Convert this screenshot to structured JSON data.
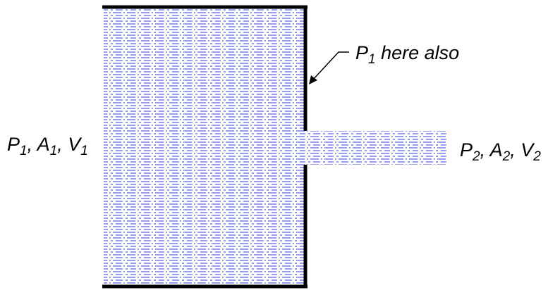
{
  "colors": {
    "fluid_hatch": "#2b3ee0",
    "wall": "#000000",
    "background": "#ffffff"
  },
  "labels": {
    "left": {
      "p": "P",
      "p_sub": "1",
      "sep1": ", A",
      "a_sub": "1",
      "sep2": ", V",
      "v_sub": "1"
    },
    "right": {
      "p": "P",
      "p_sub": "2",
      "sep1": ", A",
      "a_sub": "2",
      "sep2": ", V",
      "v_sub": "2"
    },
    "callout": {
      "p": "P",
      "p_sub": "1",
      "rest": " here also"
    }
  }
}
